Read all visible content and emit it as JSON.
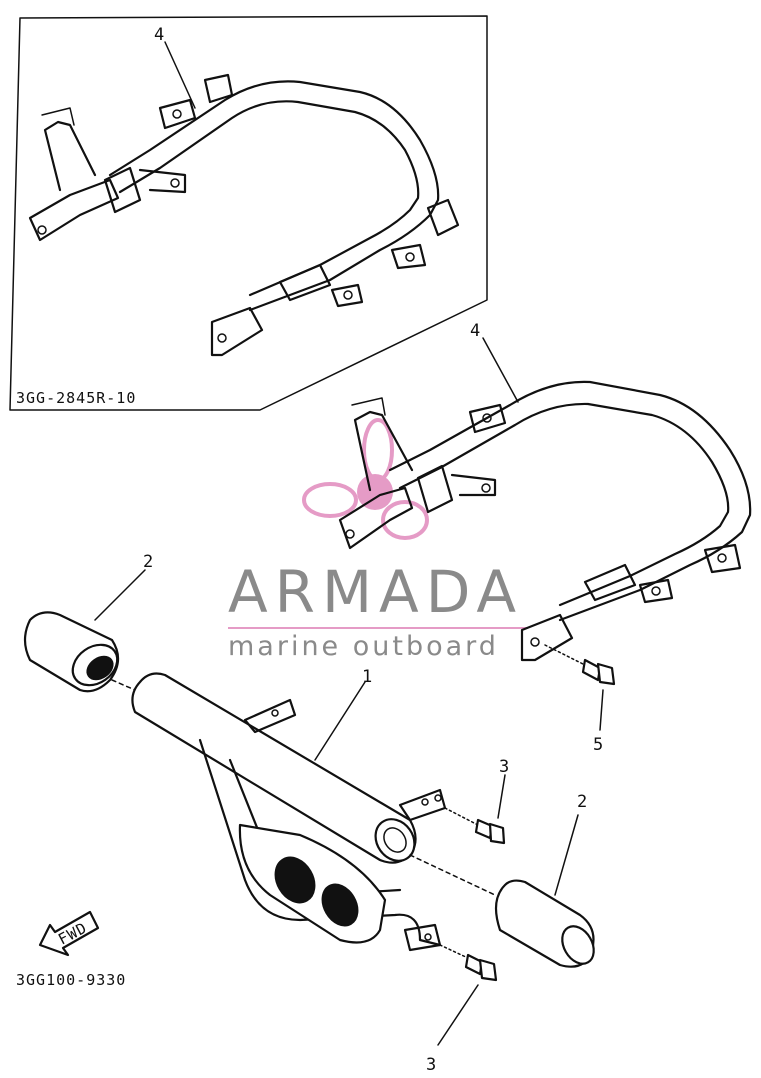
{
  "diagram": {
    "inset_part_code": "3GG-2845R-10",
    "main_part_code": "3GG100-9330",
    "fwd_label": "FWD",
    "callouts": [
      {
        "id": "inset-4",
        "label": "4"
      },
      {
        "id": "main-4",
        "label": "4"
      },
      {
        "id": "left-2",
        "label": "2"
      },
      {
        "id": "right-2",
        "label": "2"
      },
      {
        "id": "bar-1",
        "label": "1"
      },
      {
        "id": "upper-3",
        "label": "3"
      },
      {
        "id": "lower-3",
        "label": "3"
      },
      {
        "id": "bolt-5",
        "label": "5"
      }
    ]
  },
  "watermark": {
    "brand": "ARMADA",
    "tagline": "marine outboard",
    "colors": {
      "pink": "#e59bc6",
      "gray": "#8a8a8a"
    }
  }
}
